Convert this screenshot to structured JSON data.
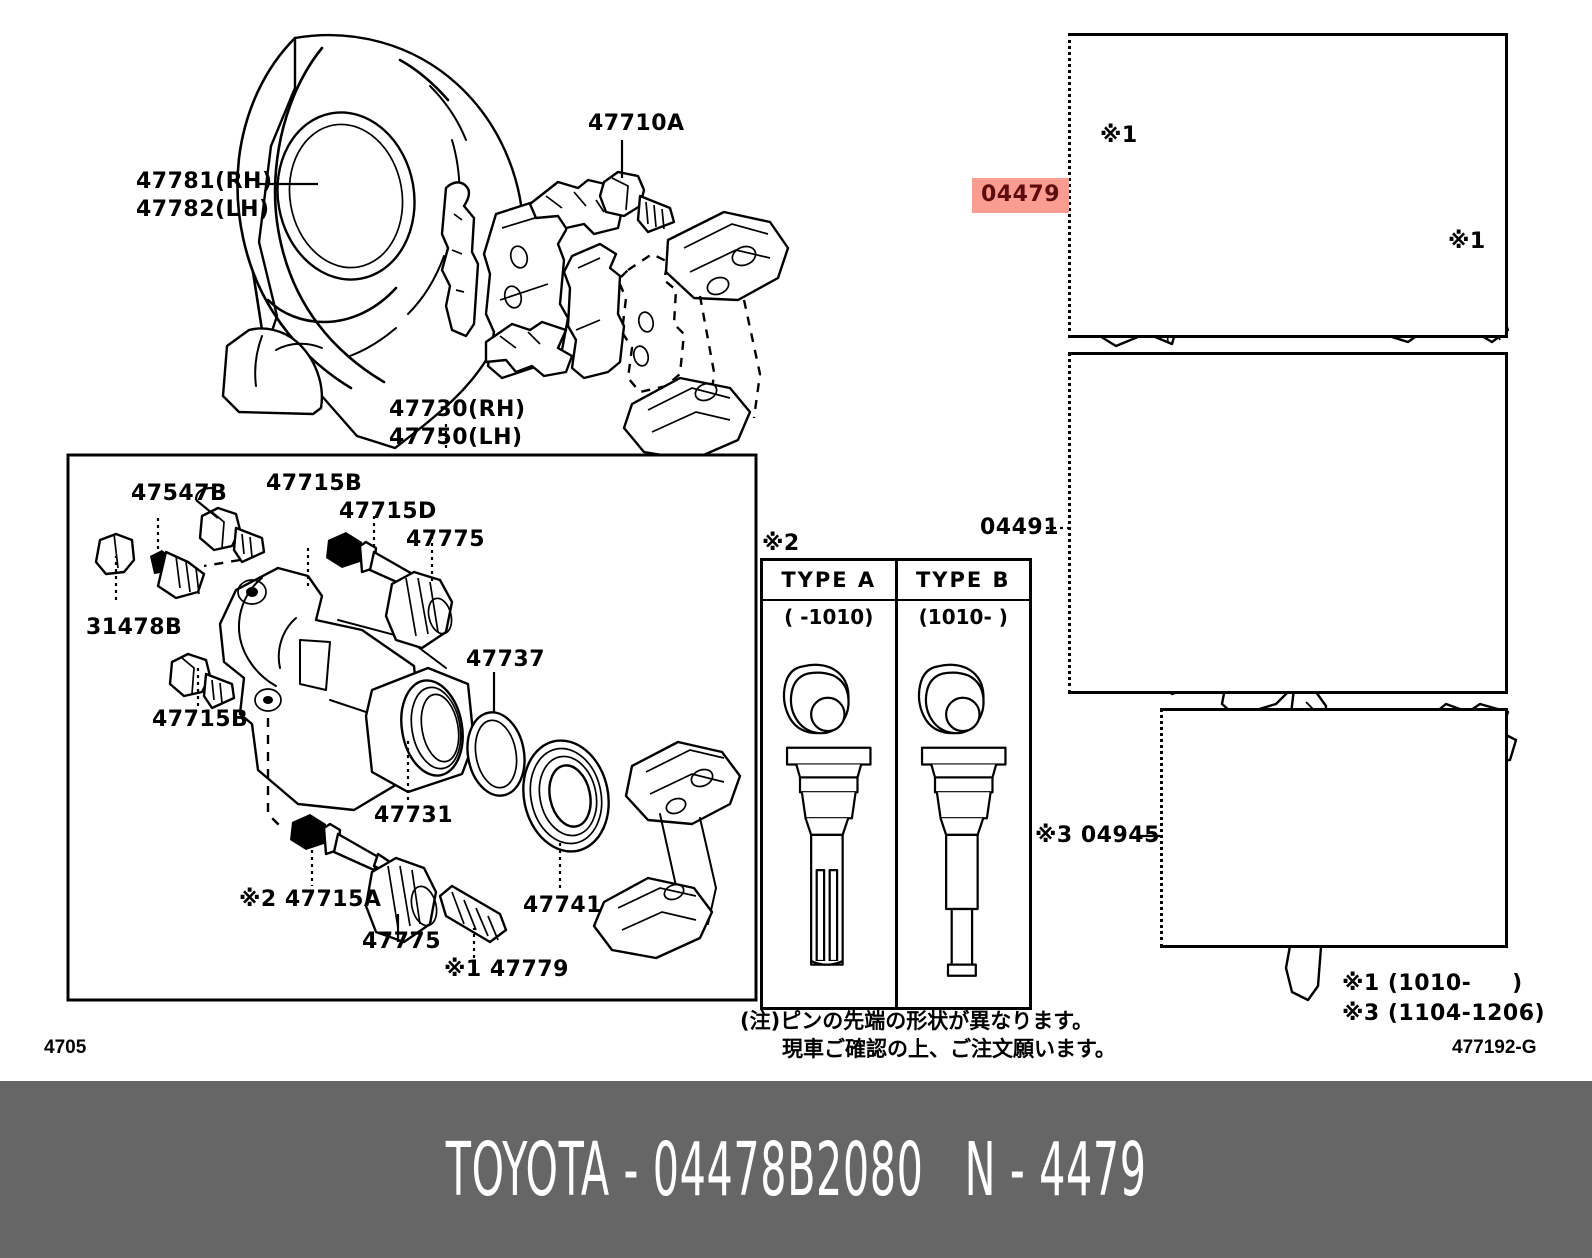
{
  "sheet": {
    "page_code": "4705",
    "drawing_code": "477192-G"
  },
  "footer": {
    "brand": "TOYOTA",
    "separator": "-",
    "part_number": "04478B2080",
    "group_prefix": "N",
    "group_separator": "-",
    "group_number": "4479",
    "line": "TOYOTA - 04478B2080   N - 4479",
    "background_color": "#666666",
    "text_color": "#ffffff"
  },
  "highlight": {
    "number": "04479",
    "fill_color": "#fb9c91",
    "text_color": "#5d0d0d"
  },
  "labels": {
    "dust_cover_rh": "47781(RH)",
    "dust_cover_lh": "47782(LH)",
    "bolt_47710a": "47710A",
    "caliper_assy_rh": "47730(RH)",
    "caliper_assy_lh": "47750(LH)",
    "bleeder_cap": "31478B",
    "bleeder_plug": "47547B",
    "bolt_47715b_top": "47715B",
    "bolt_47715b_bottom": "47715B",
    "slide_pin_47715d": "47715D",
    "boot_47775_top": "47775",
    "ring_47737": "47737",
    "piston_47731": "47731",
    "seal_47741": "47741",
    "slide_pin_47715a": "※2 47715A",
    "boot_47775_bottom": "47775",
    "bushing_47779": "※1 47779",
    "seal_kit": "04479",
    "pad_kit": "04491",
    "shim_kit": "※3 04945",
    "note_marker_type": "※2"
  },
  "type_table": {
    "marker": "※2",
    "columns": [
      {
        "header": "TYPE A",
        "range": "(    -1010)"
      },
      {
        "header": "TYPE B",
        "range": "(1010-    )"
      }
    ]
  },
  "note": {
    "line1": "(注)ピンの先端の形状が異なります。",
    "line2": "現車ご確認の上、ご注文願います。"
  },
  "footnotes": [
    "※1 (1010-     )",
    "※3 (1104-1206)"
  ]
}
